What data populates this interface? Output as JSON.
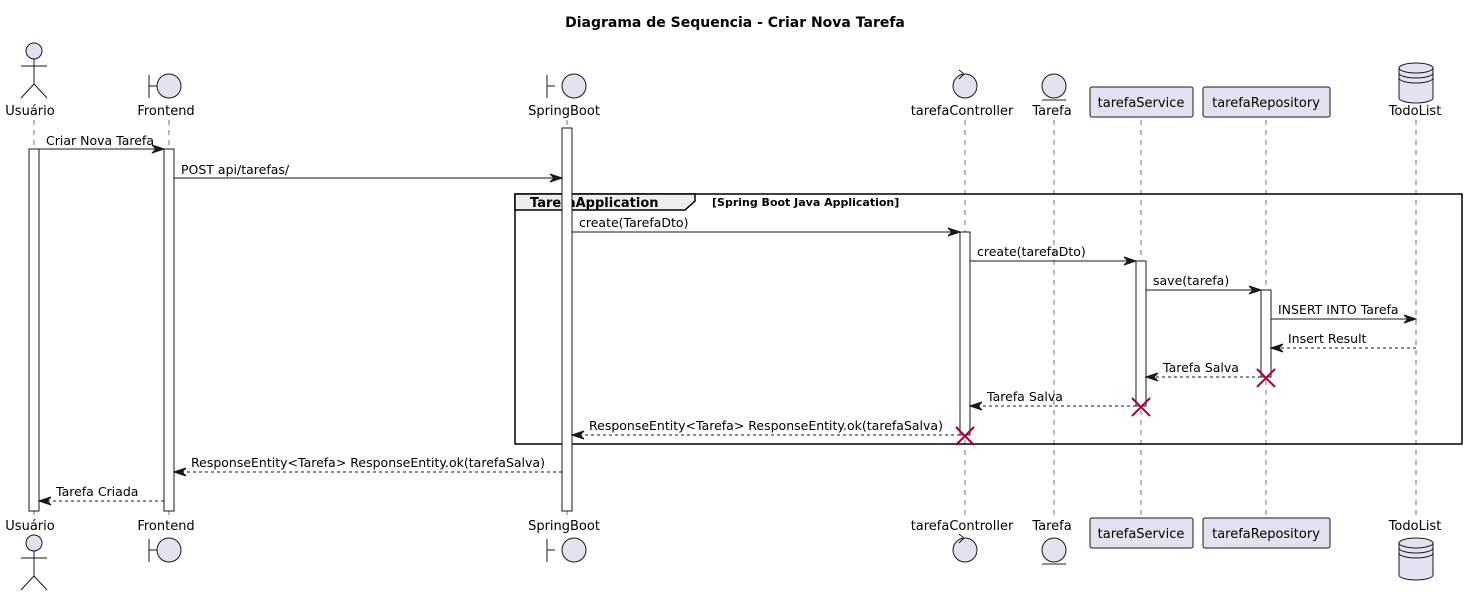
{
  "diagram": {
    "title": "Diagrama de Sequencia - Criar Nova Tarefa",
    "participants": [
      {
        "id": "usuario",
        "name": "Usuário",
        "kind": "actor"
      },
      {
        "id": "frontend",
        "name": "Frontend",
        "kind": "boundary"
      },
      {
        "id": "springboot",
        "name": "SpringBoot",
        "kind": "boundary"
      },
      {
        "id": "controller",
        "name": "tarefaController",
        "kind": "control"
      },
      {
        "id": "tarefa",
        "name": "Tarefa",
        "kind": "entity"
      },
      {
        "id": "service",
        "name": "tarefaService",
        "kind": "participant"
      },
      {
        "id": "repository",
        "name": "tarefaRepository",
        "kind": "participant"
      },
      {
        "id": "todolist",
        "name": "TodoList",
        "kind": "database"
      }
    ],
    "messages": [
      {
        "from": "usuario",
        "to": "frontend",
        "label": "Criar Nova Tarefa",
        "type": "sync"
      },
      {
        "from": "frontend",
        "to": "springboot",
        "label": "POST api/tarefas/",
        "type": "sync"
      },
      {
        "from": "springboot",
        "to": "controller",
        "label": "create(TarefaDto)",
        "type": "sync"
      },
      {
        "from": "controller",
        "to": "service",
        "label": "create(tarefaDto)",
        "type": "sync"
      },
      {
        "from": "service",
        "to": "repository",
        "label": "save(tarefa)",
        "type": "sync"
      },
      {
        "from": "repository",
        "to": "todolist",
        "label": "INSERT INTO Tarefa",
        "type": "sync"
      },
      {
        "from": "todolist",
        "to": "repository",
        "label": "Insert Result",
        "type": "return"
      },
      {
        "from": "repository",
        "to": "service",
        "label": "Tarefa Salva",
        "type": "return"
      },
      {
        "from": "service",
        "to": "controller",
        "label": "Tarefa Salva",
        "type": "return"
      },
      {
        "from": "controller",
        "to": "springboot",
        "label": "ResponseEntity<Tarefa> ResponseEntity.ok(tarefaSalva)",
        "type": "return"
      },
      {
        "from": "springboot",
        "to": "frontend",
        "label": "ResponseEntity<Tarefa> ResponseEntity.ok(tarefaSalva)",
        "type": "return"
      },
      {
        "from": "frontend",
        "to": "usuario",
        "label": "Tarefa Criada",
        "type": "return"
      }
    ],
    "group": {
      "label": "TarefaApplication",
      "guard": "[Spring Boot Java Application]"
    },
    "destroyed": [
      "repository",
      "service",
      "controller"
    ],
    "colors": {
      "participant_fill": "#E2E2F0",
      "line": "#181818",
      "destroy": "#A80036",
      "frame_tab": "#EEEEEE"
    }
  }
}
